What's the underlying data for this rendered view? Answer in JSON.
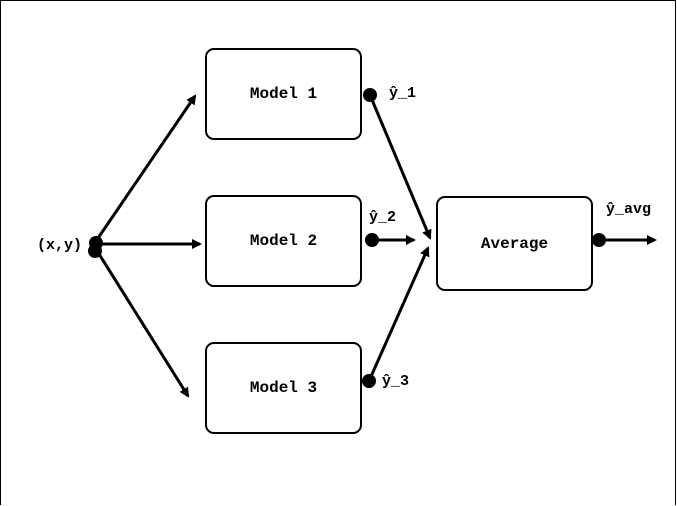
{
  "input": {
    "label": "(x,y)"
  },
  "models": [
    {
      "label": "Model 1",
      "output": "ŷ_1"
    },
    {
      "label": "Model 2",
      "output": "ŷ_2"
    },
    {
      "label": "Model 3",
      "output": "ŷ_3"
    }
  ],
  "aggregator": {
    "label": "Average",
    "output": "ŷ_avg"
  }
}
